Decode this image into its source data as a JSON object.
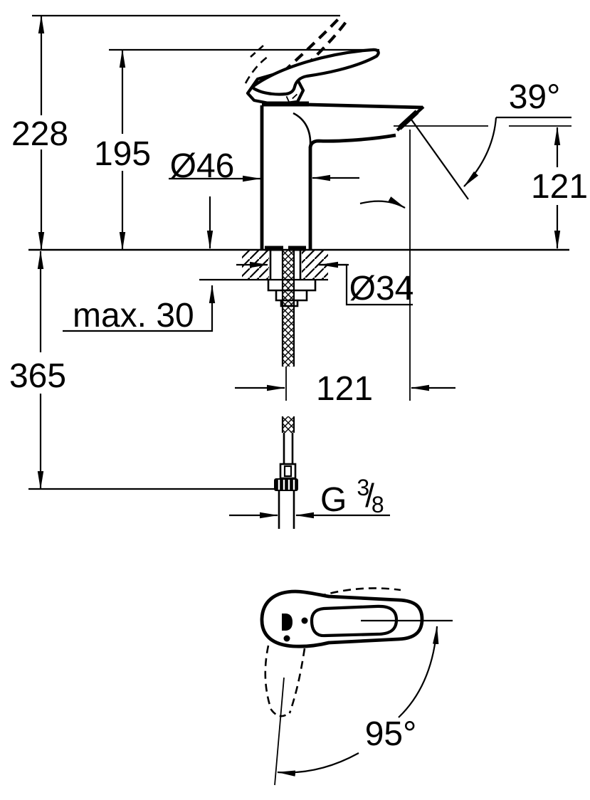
{
  "dimensions": {
    "height_total": "228",
    "height_body": "195",
    "body_diameter": "Ø46",
    "spout_angle": "39°",
    "spout_height": "121",
    "mount_max_thickness": "max. 30",
    "hole_diameter": "Ø34",
    "hose_length": "365",
    "spout_reach": "121",
    "handle_swing_angle": "95°"
  },
  "thread": {
    "g": "G",
    "numerator": "3",
    "slash": "/",
    "denominator": "8"
  },
  "colors": {
    "ink": "#000000",
    "background": "#ffffff"
  }
}
